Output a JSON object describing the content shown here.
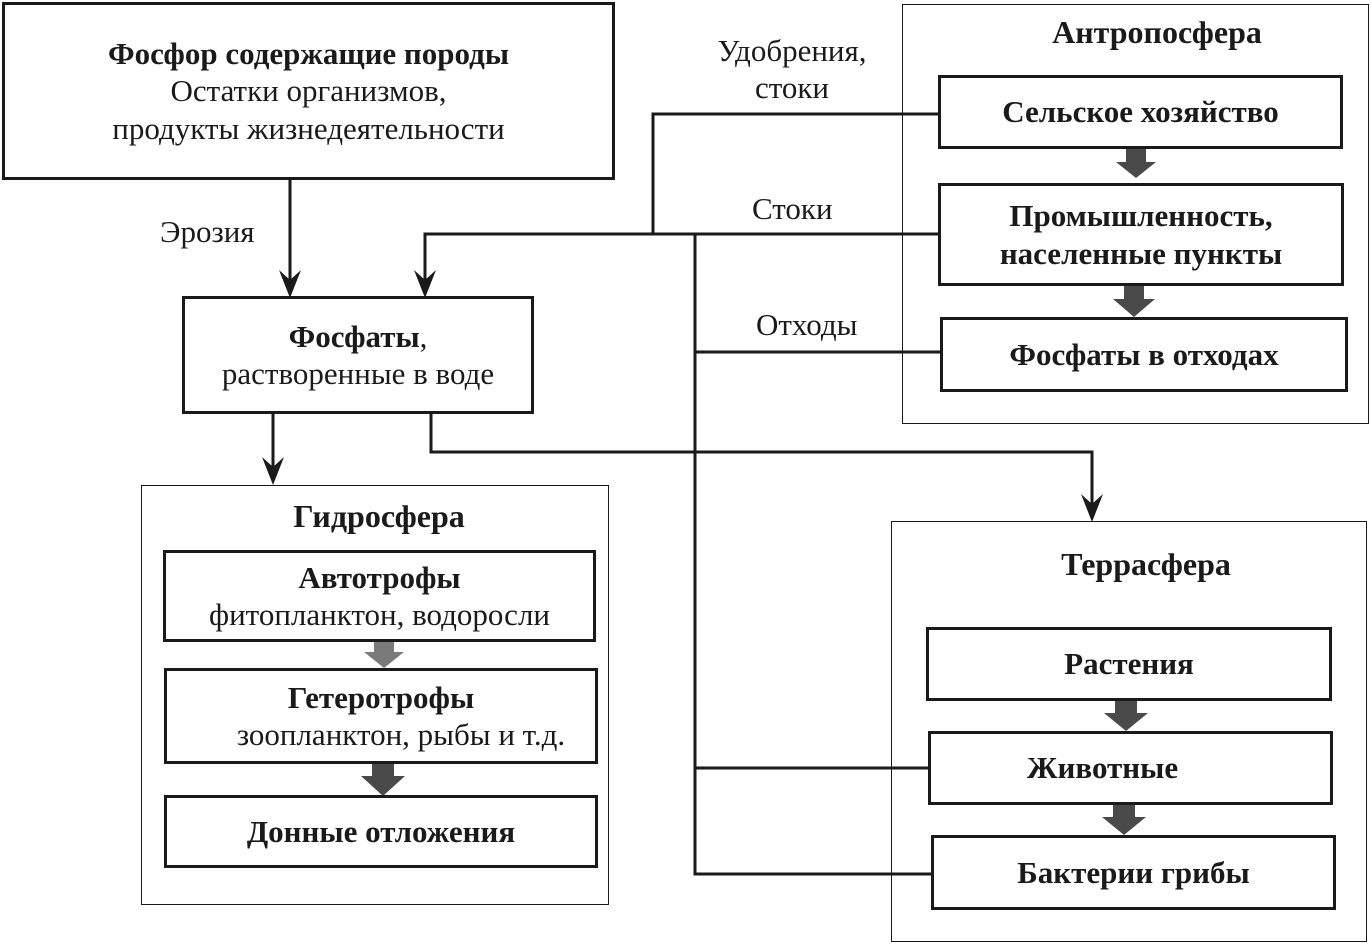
{
  "source_box": {
    "title": "Фосфор содержащие породы",
    "line1": "Остатки организмов,",
    "line2": "продукты жизнедеятельности"
  },
  "phosphates_box": {
    "title": "Фосфаты",
    "title_suffix": ",",
    "subtitle": "растворенные в воде"
  },
  "labels": {
    "erosion": "Эрозия",
    "fertilizers_line1": "Удобрения,",
    "fertilizers_line2": "стоки",
    "runoff": "Стоки",
    "waste": "Отходы"
  },
  "anthroposphere": {
    "title": "Антропосфера",
    "agriculture": "Сельское хозяйство",
    "industry_line1": "Промышленность,",
    "industry_line2": "населенные пункты",
    "waste_phosphates": "Фосфаты в отходах"
  },
  "hydrosphere": {
    "title": "Гидросфера",
    "autotrophs": "Автотрофы",
    "autotrophs_examples": "фитопланктон, водоросли",
    "heterotrophs": "Гетеротрофы",
    "heterotrophs_examples": "зоопланктон, рыбы и т.д.",
    "sediments": "Донные отложения"
  },
  "terrasphere": {
    "title": "Террасфера",
    "plants": "Растения",
    "animals": "Животные",
    "bacteria": "Бактерии грибы"
  },
  "colors": {
    "line": "#1a1a1a",
    "flow_arrow_dark": "#4a4a4a",
    "flow_arrow_light": "#7a7a7a"
  }
}
